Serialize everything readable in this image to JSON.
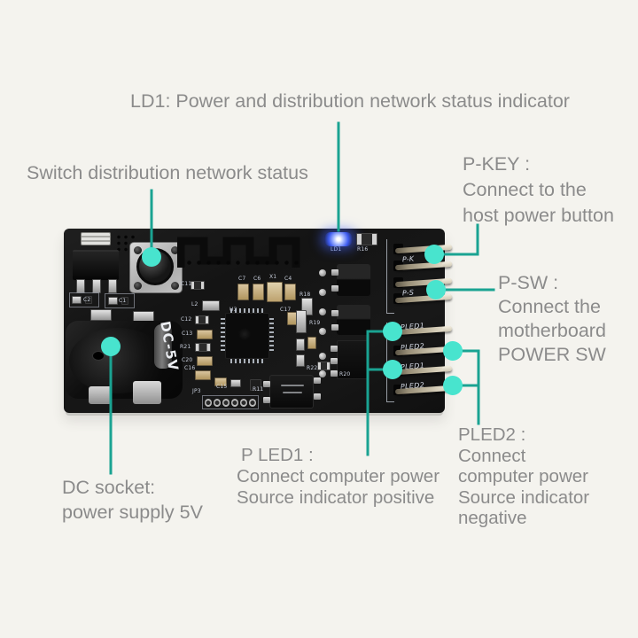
{
  "colors": {
    "background": "#f4f3ee",
    "label-text": "#8b8b8b",
    "callout-line": "#1aa392",
    "callout-dot": "#48e4ce",
    "board": "#161616",
    "silkscreen": "#c7cdda",
    "led-blue": "#3d5bf0"
  },
  "callouts": {
    "ld1_indicator": {
      "text": "LD1: Power and distribution network status indicator"
    },
    "switch_status": {
      "text": "Switch distribution network status"
    },
    "p_key": {
      "lines": [
        "P-KEY :",
        "Connect to the",
        "host power button"
      ]
    },
    "p_sw": {
      "lines": [
        "P-SW :",
        "Connect the",
        "motherboard",
        "POWER SW"
      ]
    },
    "pled1": {
      "lines": [
        "P LED1 :",
        "Connect computer power",
        "Source indicator positive"
      ]
    },
    "pled2": {
      "lines": [
        "PLED2 :",
        "Connect",
        "computer power",
        "Source indicator",
        "negative"
      ]
    },
    "dc_socket": {
      "lines": [
        "DC socket:",
        "power supply 5V"
      ]
    }
  },
  "board": {
    "dc_label": "DC-5V",
    "silkscreen": [
      "C11",
      "C7",
      "C6",
      "X1",
      "C4",
      "L2",
      "C12",
      "C13",
      "R21",
      "C20",
      "U3",
      "R18",
      "C17",
      "R19",
      "R22",
      "C16",
      "C15",
      "R11",
      "JP3",
      "R20",
      "C2",
      "C1",
      "LD1",
      "R16"
    ],
    "pin_labels_top": [
      "P-K",
      "P-S"
    ],
    "pin_labels_bottom": [
      "PLED1",
      "PLED2",
      "PLED1",
      "PLED2"
    ]
  }
}
